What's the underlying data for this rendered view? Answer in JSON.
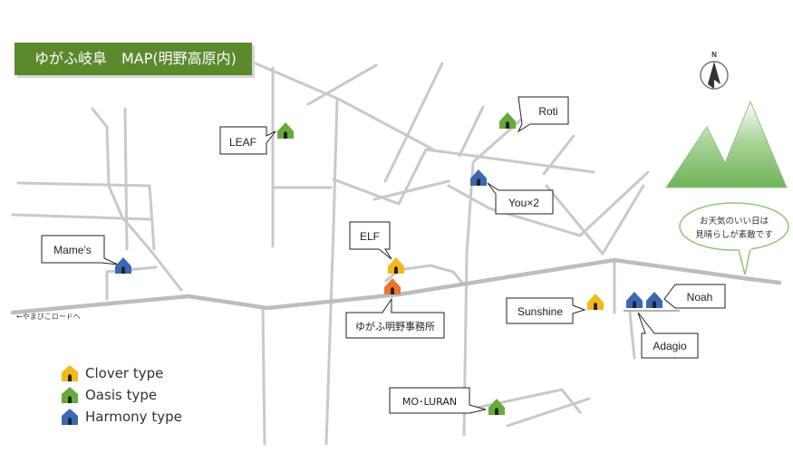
{
  "title": "ゆがふ岐阜　MAP(明野高原内)",
  "road_label": "←やまびこロードへ",
  "compass_label": "N",
  "weather_note": [
    "お天気のいい日は",
    "見晴らしが素敵です"
  ],
  "legend": [
    {
      "label": "Clover type",
      "color": "#f5b915"
    },
    {
      "label": "Oasis type",
      "color": "#66ab3a"
    },
    {
      "label": "Harmony type",
      "color": "#3a67b6"
    }
  ],
  "colors": {
    "office": "#ee7330",
    "title_bg": "#5b8a2c",
    "mountain": "#7fbf6a"
  },
  "locations": [
    {
      "name": "LEAF",
      "type": "oasis"
    },
    {
      "name": "Roti",
      "type": "oasis"
    },
    {
      "name": "You×2",
      "type": "harmony"
    },
    {
      "name": "ELF",
      "type": "clover"
    },
    {
      "name": "Mame’s",
      "type": "harmony"
    },
    {
      "name": "ゆがふ明野事務所",
      "type": "office"
    },
    {
      "name": "Sunshine",
      "type": "clover"
    },
    {
      "name": "Noah",
      "type": "harmony"
    },
    {
      "name": "Adagio",
      "type": "harmony"
    },
    {
      "name": "MO･LURAN",
      "type": "oasis"
    }
  ]
}
